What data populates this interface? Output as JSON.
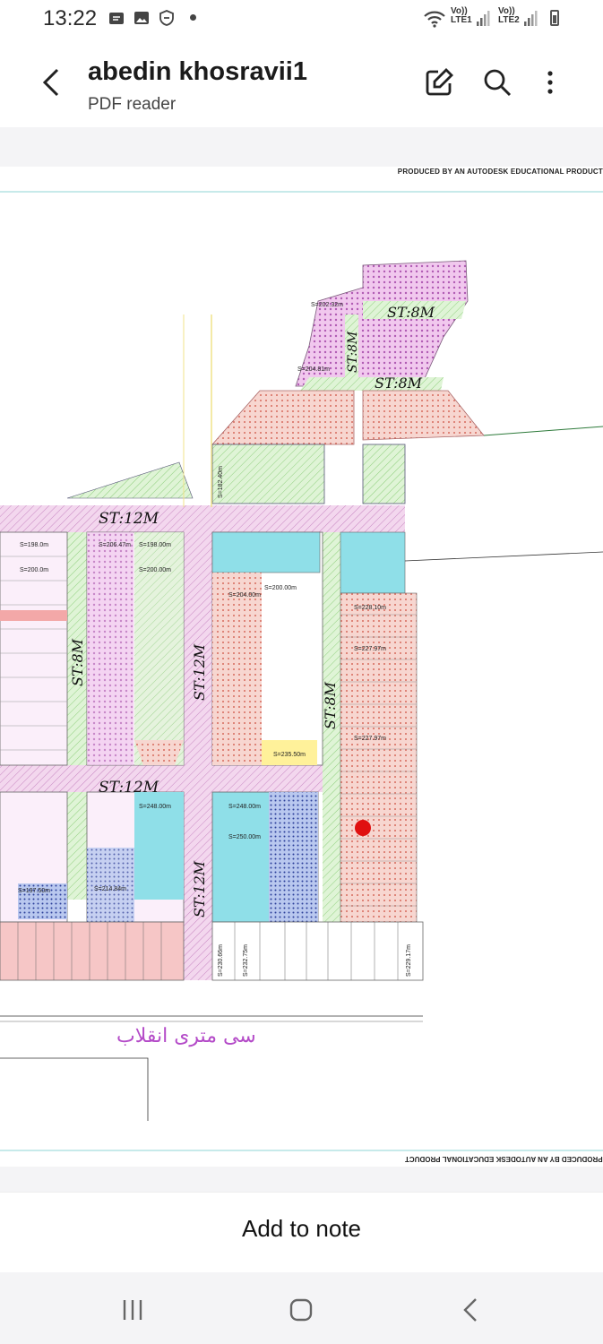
{
  "status_bar": {
    "time": "13:22",
    "sim1_label": "Vo))\nLTE1",
    "sim2_label": "Vo))\nLTE2",
    "icons": [
      "whatsapp-icon",
      "gallery-icon",
      "shield-icon",
      "dot-icon",
      "wifi-icon",
      "signal-icon",
      "battery-icon"
    ]
  },
  "header": {
    "title": "abedin khosravii1",
    "subtitle": "PDF reader",
    "icons": [
      "back-arrow-icon",
      "edit-icon",
      "search-icon",
      "more-vert-icon"
    ]
  },
  "document": {
    "watermark": "PRODUCED BY AN AUTODESK EDUCATIONAL PRODUCT",
    "street_labels": {
      "st8_top": "ST:8M",
      "st8_mid": "ST:8M",
      "st8_vert_upper": "ST:8M",
      "st12_top": "ST:12M",
      "st12_mid": "ST:12M",
      "st8_left": "ST:8M",
      "st12_vert_top": "ST:12M",
      "st8_right": "ST:8M",
      "st12_vert_bottom": "ST:12M"
    },
    "lot_labels": {
      "a": "S=202.32m",
      "b": "S=198.0m",
      "c": "S=200.0m",
      "d": "S=206.47m",
      "e": "S=198.00m",
      "f": "S=200.00m",
      "g": "S=204.00m",
      "h": "S=228.10m",
      "i": "S=227.97m",
      "j": "S=235.50m",
      "k": "S=248.00m",
      "l": "S=250.00m",
      "m": "S=197.50m",
      "n": "S=214.84m",
      "o": "S=230.66m",
      "p": "S=232.75m",
      "q": "S=229.17m",
      "r": "S=182.40m",
      "s": "S=204.81m"
    },
    "road_label": "سی متری انقلاب"
  },
  "bottom": {
    "add_to_note": "Add to note",
    "nav_icons": [
      "recents-icon",
      "home-icon",
      "back-icon"
    ]
  }
}
